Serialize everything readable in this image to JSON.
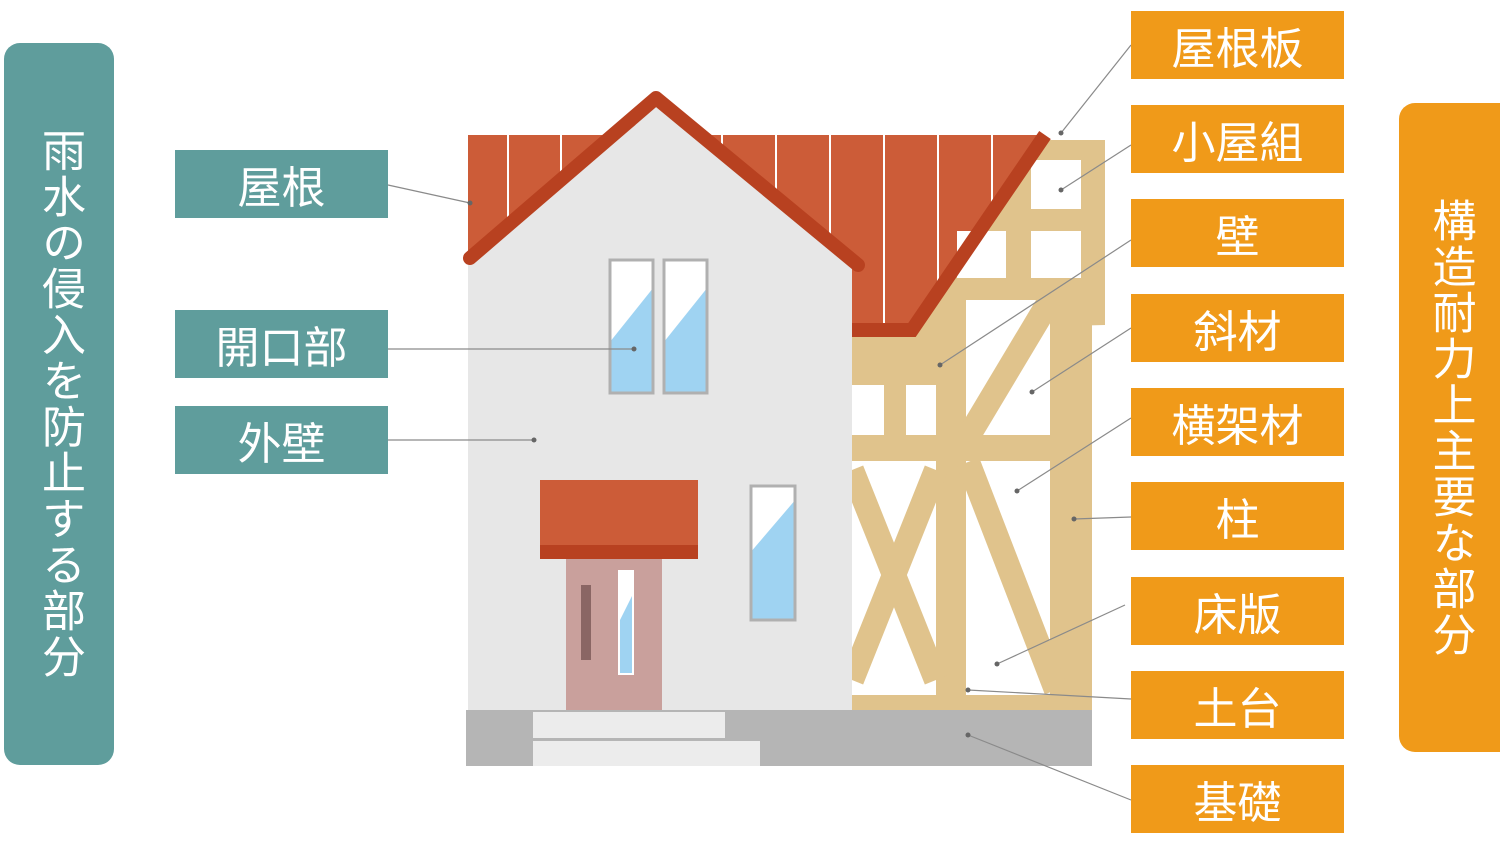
{
  "left_group": {
    "title": "雨水の侵入を防止する部分",
    "labels": [
      "屋根",
      "開口部",
      "外壁"
    ]
  },
  "right_group": {
    "title": "構造耐力上主要な部分",
    "labels": [
      "屋根板",
      "小屋組",
      "壁",
      "斜材",
      "横架材",
      "柱",
      "床版",
      "土台",
      "基礎"
    ]
  },
  "colors": {
    "teal": "#5f9d9c",
    "orange": "#f09a19",
    "roof": "#cc5c38",
    "roof_edge": "#b84120",
    "wall": "#e7e7e7",
    "wood": "#e0c38c",
    "glass": "#9fd3f2",
    "foundation": "#b5b5b5"
  }
}
